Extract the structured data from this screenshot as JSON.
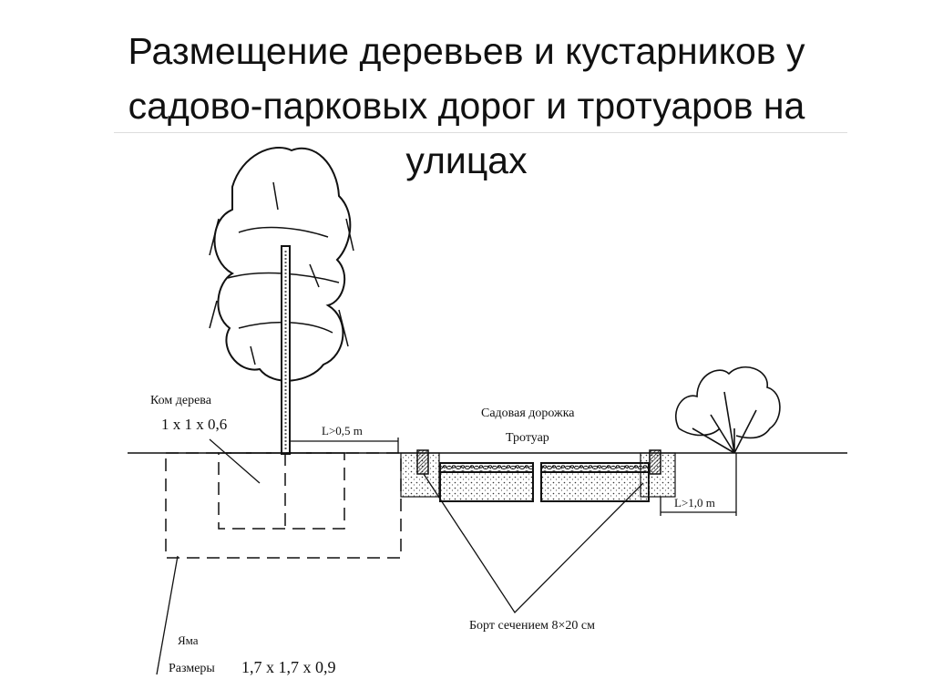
{
  "title": {
    "line1": "Размещение деревьев и кустарников у",
    "line2": "садово-парковых дорог и тротуаров на",
    "line3": "улицах"
  },
  "diagram": {
    "root_ball_label": "Ком дерева",
    "root_ball_size": "1 x 1 x 0,6",
    "distance_tree": "L>0,5 m",
    "path_label": "Садовая дорожка",
    "sidewalk_label": "Тротуар",
    "distance_shrub": "L>1,0 m",
    "curb_label": "Борт сечением 8×20 см",
    "pit_label": "Яма",
    "pit_size_label": "Размеры",
    "pit_size": "1,7 x 1,7 x 0,9"
  }
}
